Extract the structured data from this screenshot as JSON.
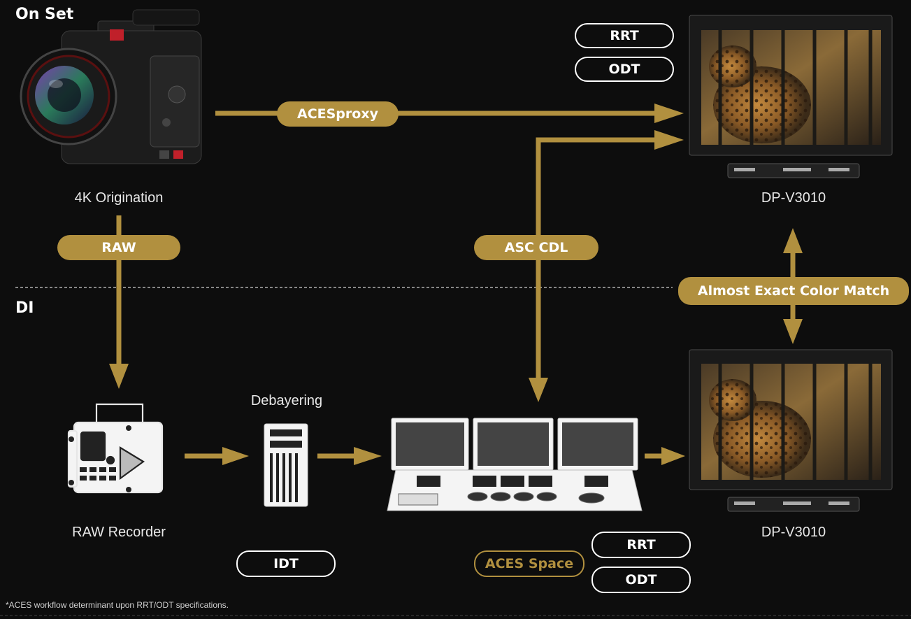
{
  "sections": {
    "on_set": "On Set",
    "di": "DI"
  },
  "nodes": {
    "camera": "4K Origination",
    "monitor_top": "DP-V3010",
    "monitor_bottom": "DP-V3010",
    "recorder": "RAW Recorder",
    "debayering": "Debayering"
  },
  "flows": {
    "acesproxy": "ACESproxy",
    "raw": "RAW",
    "asc_cdl": "ASC CDL",
    "color_match": "Almost Exact Color Match"
  },
  "transforms": {
    "top_rrt": "RRT",
    "top_odt": "ODT",
    "idt": "IDT",
    "aces_space": "ACES Space",
    "bottom_rrt": "RRT",
    "bottom_odt": "ODT"
  },
  "footnote": "*ACES workflow determinant upon RRT/ODT specifications.",
  "colors": {
    "accent": "#b1903f",
    "background": "#0d0d0d",
    "text": "#ffffff"
  },
  "icons": [
    "cinema-camera-icon",
    "reference-monitor-icon",
    "raw-recorder-icon",
    "workstation-tower-icon",
    "grading-console-icon"
  ]
}
